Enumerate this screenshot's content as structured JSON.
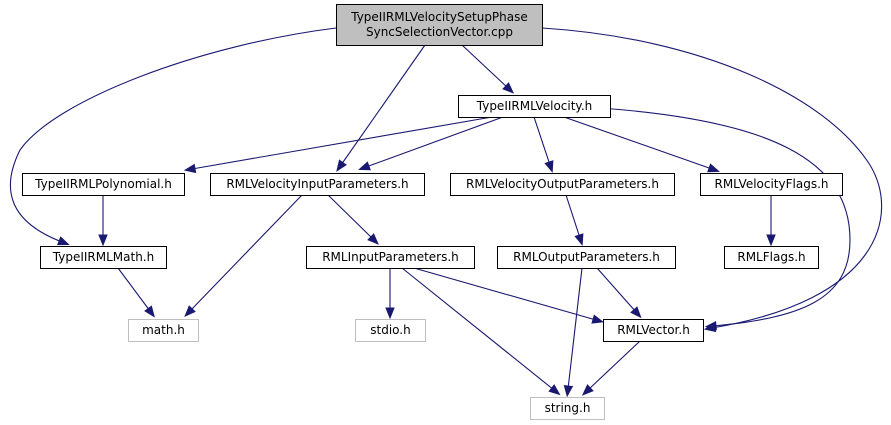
{
  "diagram": {
    "type": "include-dependency-graph",
    "nodes": [
      {
        "id": "root",
        "label_lines": [
          "TypeIIRMLVelocitySetupPhase",
          "SyncSelectionVector.cpp"
        ],
        "kind": "root"
      },
      {
        "id": "vel",
        "label_lines": [
          "TypeIIRMLVelocity.h"
        ],
        "kind": "file"
      },
      {
        "id": "poly",
        "label_lines": [
          "TypeIIRMLPolynomial.h"
        ],
        "kind": "file"
      },
      {
        "id": "vip",
        "label_lines": [
          "RMLVelocityInputParameters.h"
        ],
        "kind": "file"
      },
      {
        "id": "vop",
        "label_lines": [
          "RMLVelocityOutputParameters.h"
        ],
        "kind": "file"
      },
      {
        "id": "vflags",
        "label_lines": [
          "RMLVelocityFlags.h"
        ],
        "kind": "file"
      },
      {
        "id": "math2",
        "label_lines": [
          "TypeIIRMLMath.h"
        ],
        "kind": "file"
      },
      {
        "id": "rip",
        "label_lines": [
          "RMLInputParameters.h"
        ],
        "kind": "file"
      },
      {
        "id": "rop",
        "label_lines": [
          "RMLOutputParameters.h"
        ],
        "kind": "file"
      },
      {
        "id": "rflags",
        "label_lines": [
          "RMLFlags.h"
        ],
        "kind": "file"
      },
      {
        "id": "math",
        "label_lines": [
          "math.h"
        ],
        "kind": "system"
      },
      {
        "id": "stdio",
        "label_lines": [
          "stdio.h"
        ],
        "kind": "system"
      },
      {
        "id": "vector",
        "label_lines": [
          "RMLVector.h"
        ],
        "kind": "file"
      },
      {
        "id": "string",
        "label_lines": [
          "string.h"
        ],
        "kind": "system"
      }
    ],
    "edges": [
      {
        "from": "root",
        "to": "vel"
      },
      {
        "from": "root",
        "to": "vip"
      },
      {
        "from": "root",
        "to": "math2"
      },
      {
        "from": "root",
        "to": "vector"
      },
      {
        "from": "vel",
        "to": "poly"
      },
      {
        "from": "vel",
        "to": "vip"
      },
      {
        "from": "vel",
        "to": "vop"
      },
      {
        "from": "vel",
        "to": "vflags"
      },
      {
        "from": "vel",
        "to": "vector"
      },
      {
        "from": "poly",
        "to": "math2"
      },
      {
        "from": "vip",
        "to": "math"
      },
      {
        "from": "vip",
        "to": "rip"
      },
      {
        "from": "math2",
        "to": "math"
      },
      {
        "from": "rip",
        "to": "stdio"
      },
      {
        "from": "rip",
        "to": "string"
      },
      {
        "from": "rip",
        "to": "vector"
      },
      {
        "from": "vop",
        "to": "rop"
      },
      {
        "from": "rop",
        "to": "vector"
      },
      {
        "from": "rop",
        "to": "string"
      },
      {
        "from": "vflags",
        "to": "rflags"
      },
      {
        "from": "vector",
        "to": "string"
      }
    ],
    "colors": {
      "edge": "#191970",
      "root_fill": "#bfbfbf",
      "node_border": "#000000",
      "system_border": "#bfbfbf"
    }
  }
}
